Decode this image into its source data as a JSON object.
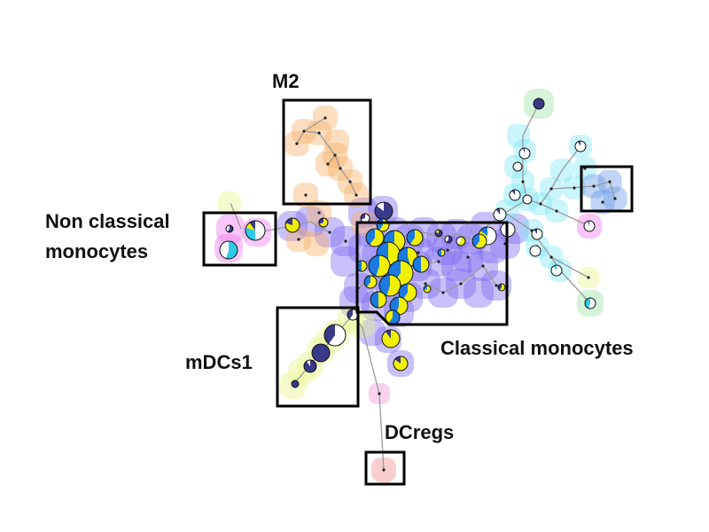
{
  "labels": {
    "m2": "M2",
    "non_classical_1": "Non classical",
    "non_classical_2": "monocytes",
    "mdcs1": "mDCs1",
    "classical": "Classical monocytes",
    "dcregs": "DCregs"
  },
  "colors": {
    "classical_blob": "#7b68ee",
    "m2_blob": "#f5b169",
    "cyan_blob": "#7fe8f5",
    "blue_blob": "#6a9ae8",
    "green_blob": "#9be3a8",
    "lime_blob": "#e6f58a",
    "magenta_blob": "#ee77ee",
    "pink_blob": "#f096d2",
    "red_blob": "#f08a8a",
    "pie_yellow": "#f0f000",
    "pie_blue": "#1a7ae0",
    "pie_navy": "#3a3a8a",
    "pie_cyan": "#2ecbe8",
    "pie_white": "#ffffff",
    "edge": "#9a9a9a",
    "box": "#000000"
  }
}
